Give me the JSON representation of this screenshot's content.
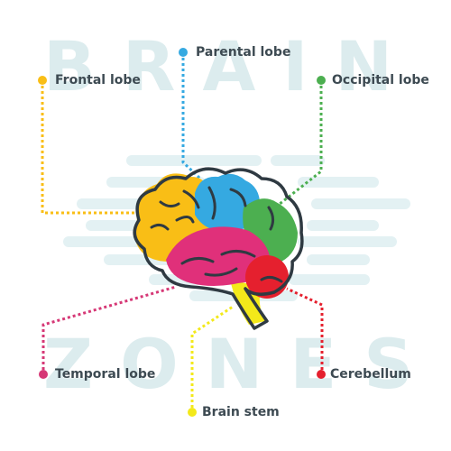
{
  "watermark": {
    "top": "BRAIN",
    "bottom": "ZONES"
  },
  "stock_id": "120667990",
  "labels": {
    "frontal": {
      "text": "Frontal lobe",
      "color": "#f9be16"
    },
    "parental": {
      "text": "Parental lobe",
      "color": "#35a9e1"
    },
    "occipital": {
      "text": "Occipital lobe",
      "color": "#4caf50"
    },
    "temporal": {
      "text": "Temporal lobe",
      "color": "#d63876"
    },
    "brain_stem": {
      "text": "Brain stem",
      "color": "#f3e91a"
    },
    "cerebellum": {
      "text": "Cerebellum",
      "color": "#e5202e"
    }
  },
  "colors": {
    "outline": "#2f3a42",
    "pink": "#e0307a",
    "background_band": "#e3f1f3",
    "watermark": "#dcecee"
  },
  "icons": [
    "brain-icon"
  ]
}
